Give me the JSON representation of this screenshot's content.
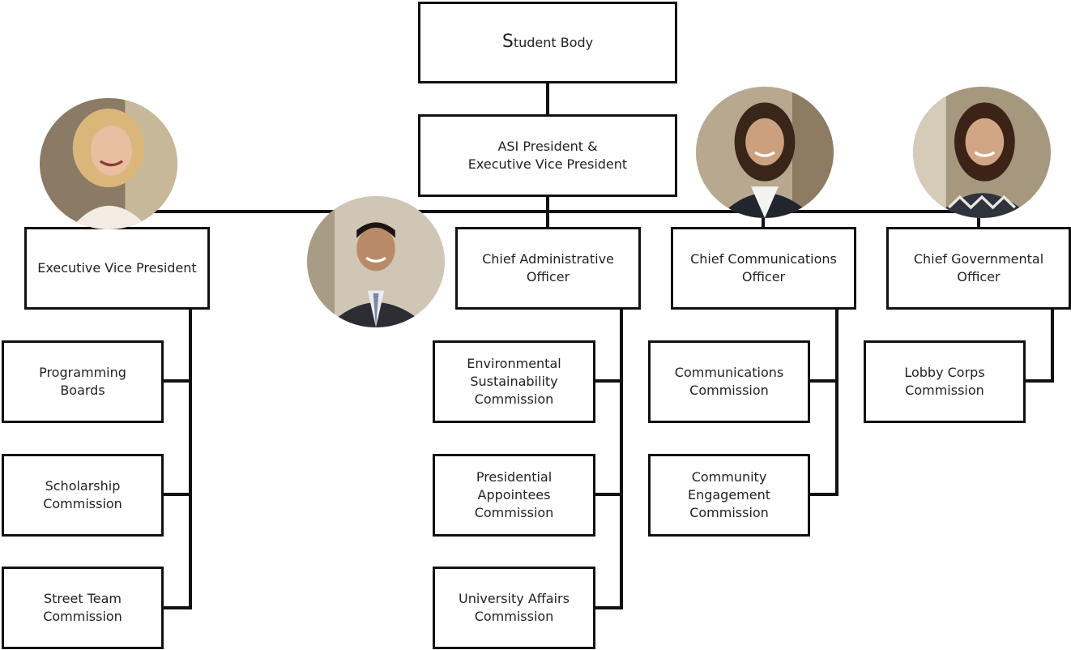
{
  "top": {
    "initial": "S",
    "rest": "tudent Body"
  },
  "president": {
    "label": "ASI President &\nExecutive Vice President"
  },
  "officers": [
    {
      "label": "Executive Vice President"
    },
    {
      "label": "Chief Administrative\nOfficer"
    },
    {
      "label": "Chief Communications\nOfficer"
    },
    {
      "label": "Chief Governmental\nOfficer"
    }
  ],
  "commissions": {
    "evp": [
      "Programming\nBoards",
      "Scholarship\nCommission",
      "Street Team\nCommission"
    ],
    "cao": [
      "Environmental\nSustainability\nCommission",
      "Presidential\nAppointees\nCommission",
      "University Affairs\nCommission"
    ],
    "cco": [
      "Communications\nCommission",
      "Community\nEngagement\nCommission"
    ],
    "cgo": [
      "Lobby Corps\nCommission"
    ]
  },
  "colors": {
    "line": "#111111",
    "box_border": "#111111",
    "background": "#ffffff"
  }
}
